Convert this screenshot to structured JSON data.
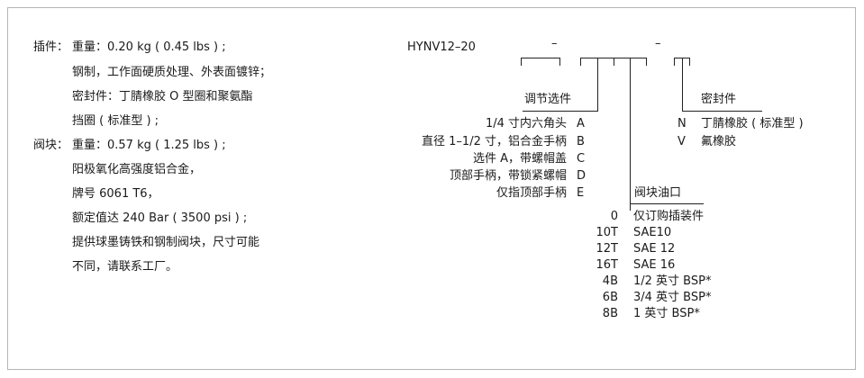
{
  "left": {
    "insert": {
      "label": "插件：",
      "lines": [
        "重量：0.20 kg ( 0.45 lbs ) ;",
        "钢制，工作面硬质处理、外表面镀锌；",
        "密封件：丁腈橡胶 O 型圈和聚氨酯",
        "挡圈 ( 标准型 ) ;"
      ]
    },
    "block": {
      "label": "阀块：",
      "lines": [
        "重量：0.57 kg ( 1.25 lbs ) ;",
        "阳极氧化高强度铝合金，",
        "牌号 6061 T6，",
        "额定值达 240 Bar ( 3500 psi ) ;",
        "提供球墨铸铁和钢制阀块，尺寸可能",
        "不同，请联系工厂。"
      ]
    }
  },
  "model": {
    "code": "HYNV12–20",
    "dash1": "–",
    "dash2": "–"
  },
  "options": {
    "title": "调节选件",
    "items": [
      {
        "desc": "1/4 寸内六角头",
        "code": "A"
      },
      {
        "desc": "直径 1–1/2 寸，铝合金手柄",
        "code": "B"
      },
      {
        "desc": "选件 A，带螺帽盖",
        "code": "C"
      },
      {
        "desc": "顶部手柄，带锁紧螺帽",
        "code": "D"
      },
      {
        "desc": "仅指顶部手柄",
        "code": "E"
      }
    ]
  },
  "seals": {
    "title": "密封件",
    "items": [
      {
        "code": "N",
        "desc": "丁腈橡胶 ( 标准型 )"
      },
      {
        "code": "V",
        "desc": "氟橡胶"
      }
    ]
  },
  "ports": {
    "title": "阀块油口",
    "items": [
      {
        "code": "0",
        "desc": "仅订购插装件"
      },
      {
        "code": "10T",
        "desc": "SAE10"
      },
      {
        "code": "12T",
        "desc": "SAE 12"
      },
      {
        "code": "16T",
        "desc": "SAE 16"
      },
      {
        "code": "4B",
        "desc": "1/2 英寸 BSP*"
      },
      {
        "code": "6B",
        "desc": "3/4 英寸 BSP*"
      },
      {
        "code": "8B",
        "desc": "1 英寸 BSP*"
      }
    ]
  }
}
